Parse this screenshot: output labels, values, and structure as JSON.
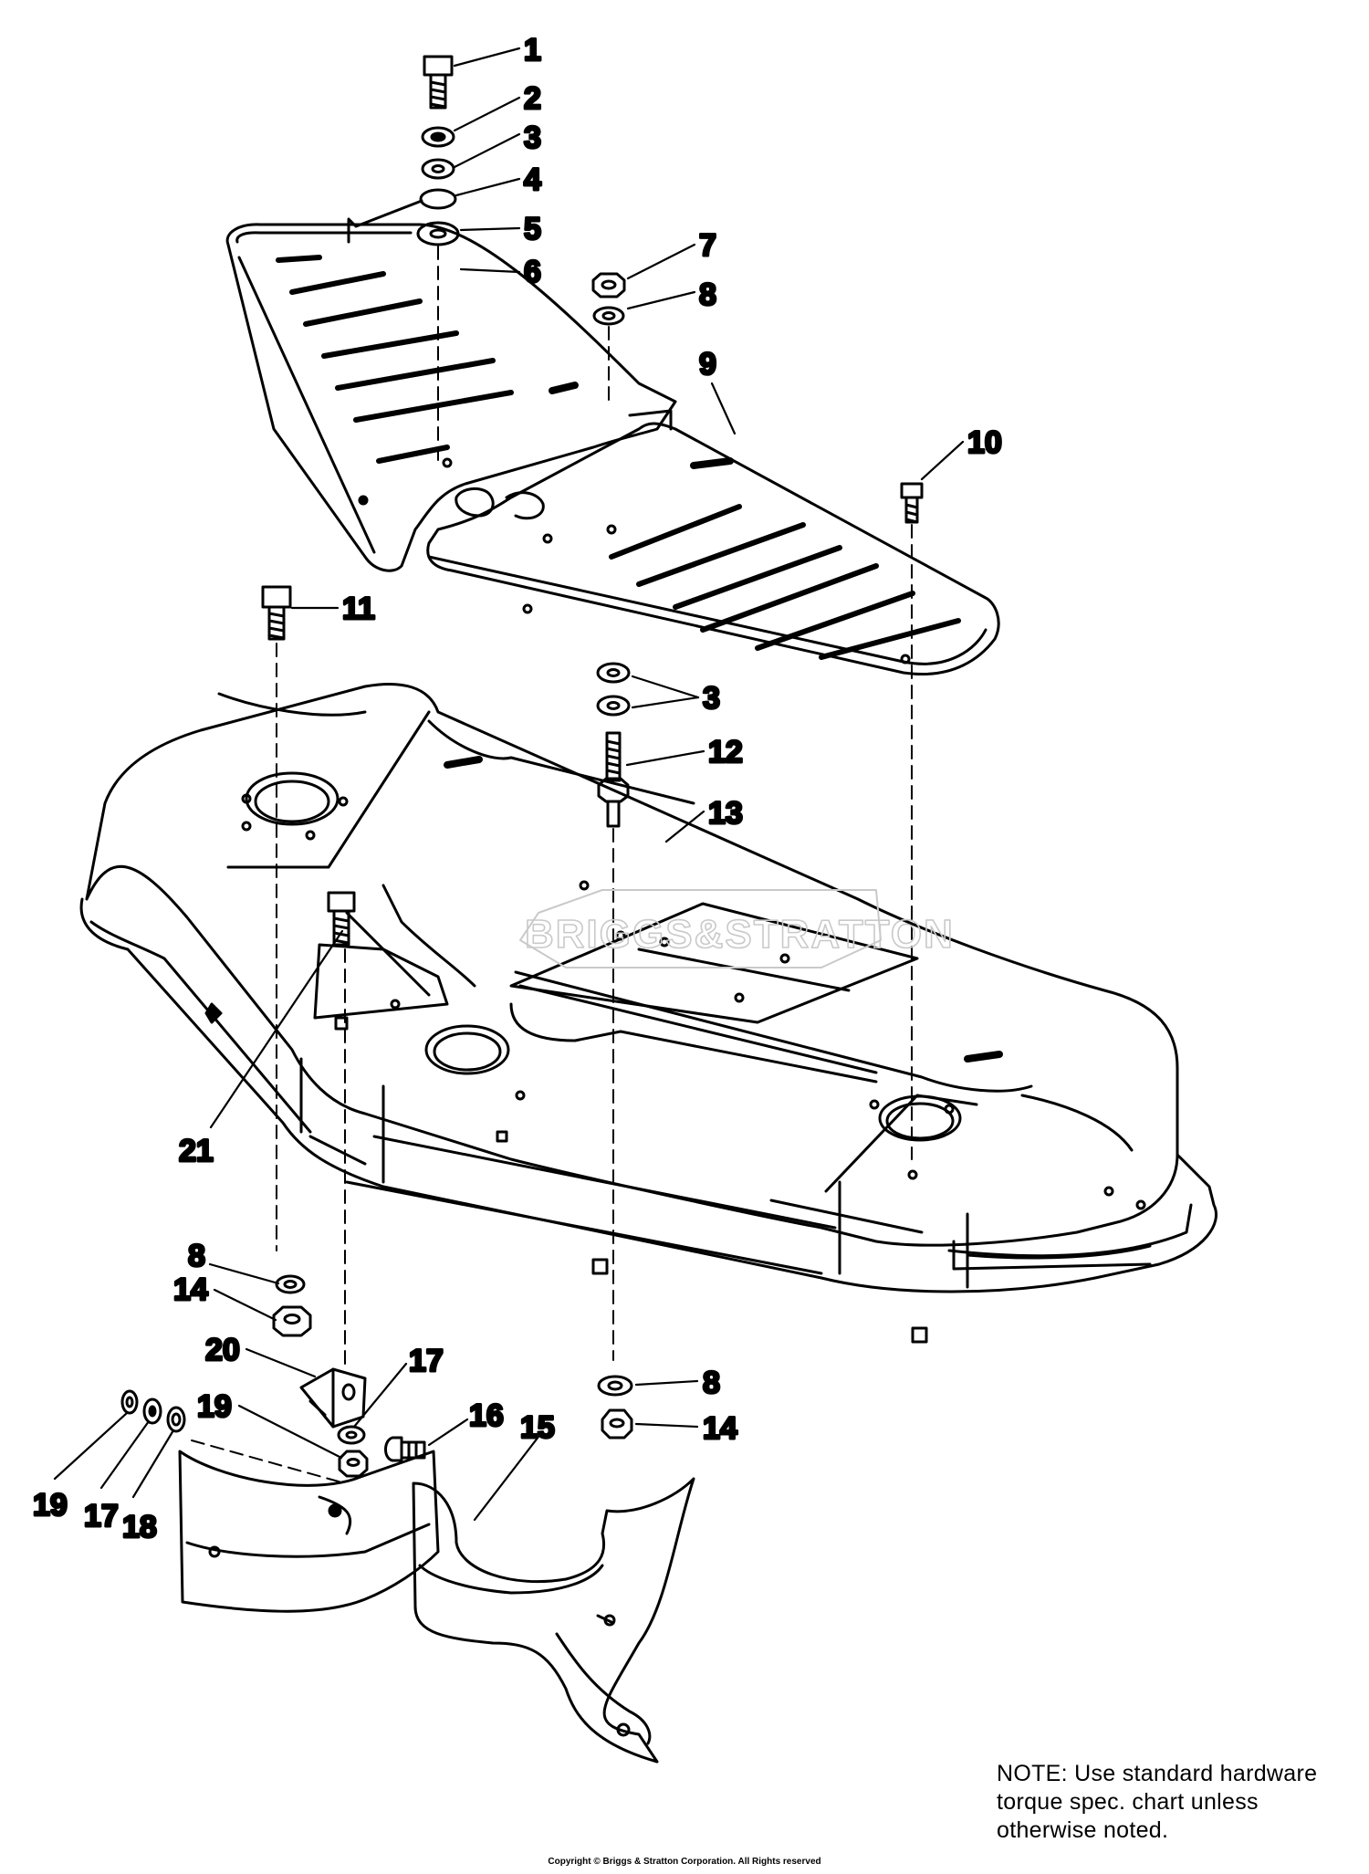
{
  "watermark": {
    "text": "BRIGGS&STRATTON"
  },
  "callouts": [
    {
      "id": "c1",
      "label": "1"
    },
    {
      "id": "c2",
      "label": "2"
    },
    {
      "id": "c3a",
      "label": "3"
    },
    {
      "id": "c4",
      "label": "4"
    },
    {
      "id": "c5",
      "label": "5"
    },
    {
      "id": "c6",
      "label": "6"
    },
    {
      "id": "c7",
      "label": "7"
    },
    {
      "id": "c8a",
      "label": "8"
    },
    {
      "id": "c9",
      "label": "9"
    },
    {
      "id": "c10",
      "label": "10"
    },
    {
      "id": "c11",
      "label": "11"
    },
    {
      "id": "c3b",
      "label": "3"
    },
    {
      "id": "c12",
      "label": "12"
    },
    {
      "id": "c13",
      "label": "13"
    },
    {
      "id": "c21",
      "label": "21"
    },
    {
      "id": "c8b",
      "label": "8"
    },
    {
      "id": "c14a",
      "label": "14"
    },
    {
      "id": "c20",
      "label": "20"
    },
    {
      "id": "c17a",
      "label": "17"
    },
    {
      "id": "c19a",
      "label": "19"
    },
    {
      "id": "c16",
      "label": "16"
    },
    {
      "id": "c15",
      "label": "15"
    },
    {
      "id": "c8c",
      "label": "8"
    },
    {
      "id": "c14b",
      "label": "14"
    },
    {
      "id": "c19b",
      "label": "19"
    },
    {
      "id": "c17b",
      "label": "17"
    },
    {
      "id": "c18",
      "label": "18"
    }
  ],
  "note": {
    "line1": "NOTE:  Use standard hardware",
    "line2": "torque spec. chart unless",
    "line3": "otherwise noted."
  },
  "copyright": "Copyright © Briggs & Stratton Corporation. All Rights reserved"
}
